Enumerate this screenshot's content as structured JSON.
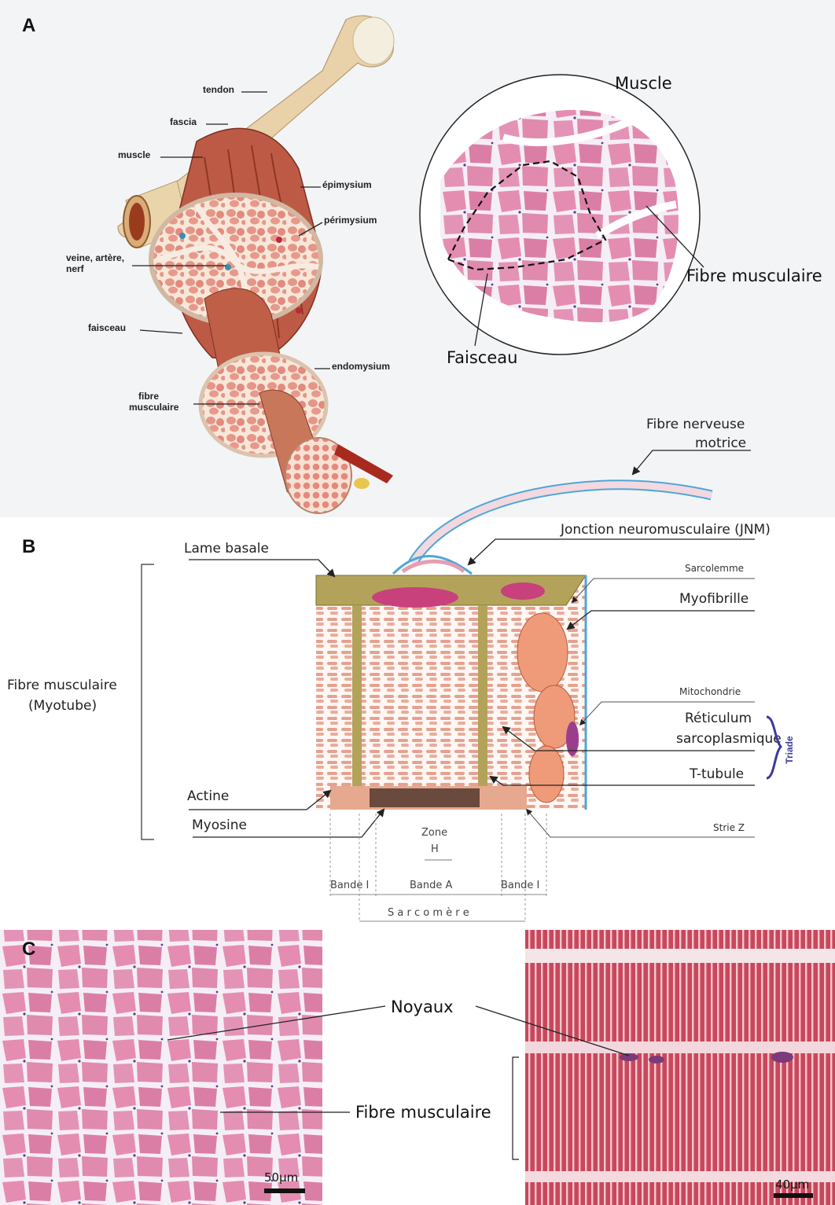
{
  "panels": {
    "a": {
      "letter": "A",
      "anatomy_labels": {
        "tendon": "tendon",
        "fascia": "fascia",
        "muscle": "muscle",
        "epimysium": "épimysium",
        "perimysium": "périmysium",
        "vessels": [
          "veine, artère,",
          "nerf"
        ],
        "faisceau": "faisceau",
        "endomysium": "endomysium",
        "fibre": [
          "fibre",
          "musculaire"
        ]
      },
      "histology": {
        "title": "Muscle",
        "fibre_label": "Fibre musculaire",
        "fascicle_label": "Faisceau"
      }
    },
    "b": {
      "letter": "B",
      "labels": {
        "nerve": [
          "Fibre nerveuse",
          "motrice"
        ],
        "jnm": "Jonction neuromusculaire (JNM)",
        "basal_lamina": "Lame basale",
        "sarcolemma": "Sarcolemme",
        "myofibril": "Myofibrille",
        "mitochondria": "Mitochondrie",
        "sr": [
          "Réticulum",
          "sarcoplasmique"
        ],
        "triad": "Triade",
        "t_tubule": "T-tubule",
        "fibre": [
          "Fibre musculaire",
          "(Myotube)"
        ],
        "actin": "Actine",
        "myosin": "Myosine",
        "z_line": "Strie Z",
        "h_zone": [
          "Zone",
          "H"
        ],
        "band_i": "Bande I",
        "band_a": "Bande A",
        "sarcomere": "S a r c o m è r e"
      }
    },
    "c": {
      "letter": "C",
      "nuclei": "Noyaux",
      "fibre": "Fibre musculaire",
      "scale_left": "50µm",
      "scale_right": "40µm"
    }
  },
  "colors": {
    "muscle_pink": "#e58b9a",
    "muscle_red": "#b9523f",
    "tissue_light": "#f4dcc8",
    "he_pink": "#dd7fa5",
    "he_nucleus": "#553a8f",
    "longitudinal": "#c6465d",
    "basal_lamina": "#b3a35a",
    "nerve_blue": "#4ea7d8",
    "triad_purple": "#3b3a9c"
  }
}
